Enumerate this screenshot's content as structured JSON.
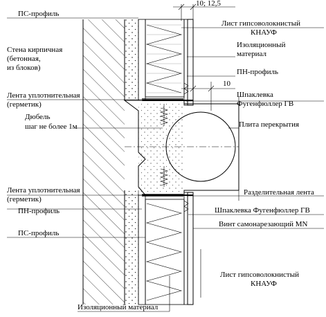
{
  "labels": {
    "ps_profile_top": "ПС-профиль",
    "wall": "Стена кирпичная",
    "wall_2": "(бетонная,",
    "wall_3": "из блоков)",
    "sealing_tape_top": "Лента уплотнительная",
    "sealing_tape_top_2": "(герметик)",
    "dowel": "Дюбель",
    "dowel_2": "шаг не более 1м",
    "sealing_tape_bottom": "Лента уплотнительная",
    "sealing_tape_bottom_2": "(герметик)",
    "pn_profile_left": "ПН-профиль",
    "ps_profile_bottom": "ПС-профиль",
    "insulation_bottom": "Изоляционный материал",
    "gypsum_top": "Лист гипсоволокнистый",
    "gypsum_top_2": "КНАУФ",
    "insulation_right": "Изоляционный",
    "insulation_right_2": "материал",
    "pn_profile_right": "ПН-профиль",
    "putty": "Шпаклевка",
    "putty_2": "Фугенфюллер ГВ",
    "slab": "Плита перекрытия",
    "separating_tape": "Разделительная лента",
    "putty_bottom": "Шпаклевка Фугенфюллер ГВ",
    "screw": "Винт самонарезающий MN",
    "gypsum_bottom": "Лист гипсоволокнистый",
    "gypsum_bottom_2": "КНАУФ"
  },
  "dimensions": {
    "top": "10; 12,5",
    "gap": "10"
  }
}
